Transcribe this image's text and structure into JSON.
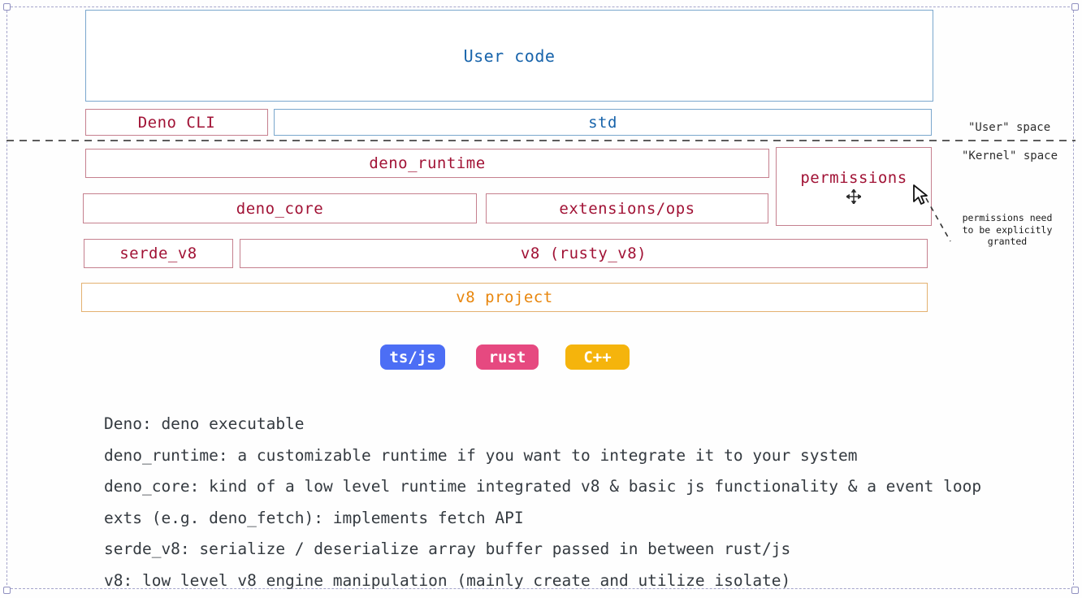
{
  "canvas": {
    "space_labels": {
      "user": "\"User\" space",
      "kernel": "\"Kernel\" space"
    },
    "boxes": {
      "user_code": "User code",
      "deno_cli": "Deno CLI",
      "std": "std",
      "deno_runtime": "deno_runtime",
      "permissions": "permissions",
      "deno_core": "deno_core",
      "extensions_ops": "extensions/ops",
      "serde_v8": "serde_v8",
      "v8_rusty_v8": "v8 (rusty_v8)",
      "v8_project": "v8 project"
    },
    "legend": {
      "ts_js": "ts/js",
      "rust": "rust",
      "cpp": "C++"
    },
    "annotation": [
      "permissions need",
      "to be explicitly",
      "granted"
    ],
    "descriptions": [
      "Deno: deno executable",
      "deno_runtime: a customizable runtime if you want to integrate it to your system",
      "deno_core: kind of a low level runtime integrated v8 & basic js functionality & a event loop",
      "exts (e.g. deno_fetch): implements fetch API",
      "serde_v8: serialize / deserialize array buffer passed in between rust/js",
      "v8: low level v8 engine manipulation (mainly create and utilize isolate)"
    ],
    "colors": {
      "rust_text": "#a11235",
      "rust_border": "#c5808e",
      "tsjs_text": "#1864ab",
      "tsjs_border": "#7aa7cd",
      "cpp_text": "#e8860c",
      "cpp_border": "#e3b170",
      "badge_tsjs_bg": "#4c6ef5",
      "badge_rust_bg": "#e64980",
      "badge_cpp_bg": "#f5b40c",
      "description_text": "#343a40",
      "selection_border": "#a5a5cb",
      "divider": "#5c5c5c"
    }
  }
}
